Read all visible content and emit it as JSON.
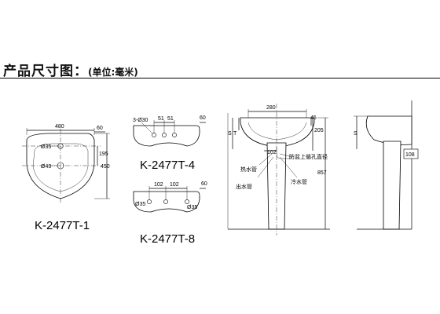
{
  "header": {
    "title": "产品尺寸图：",
    "unit": "(单位:毫米)"
  },
  "models": {
    "a": "K-2477T-1",
    "b": "K-2477T-4",
    "c": "K-2477T-8"
  },
  "dims": {
    "d480": "480",
    "d60a": "60",
    "d195": "195",
    "d450": "450",
    "d35a": "Ø35",
    "d43": "Ø43",
    "d3o30": "3-Ø30",
    "d51a": "51",
    "d51b": "51",
    "d60b": "60",
    "d102a": "102",
    "d102b": "102",
    "d60c": "60",
    "d35b": "Ø35",
    "d35c": "Ø35",
    "d280": "280",
    "d45": "45",
    "d205": "205",
    "d857": "857",
    "d102c": "102",
    "sA": "S",
    "tA": "T",
    "sB": "S",
    "d108": "108"
  },
  "labels": {
    "waste": "防盆上循孔直径",
    "hot": "热水管",
    "outlet": "出水管",
    "cold": "冷水管"
  },
  "icons": {
    "hole": "hole-circle",
    "centerline": "center-line"
  }
}
